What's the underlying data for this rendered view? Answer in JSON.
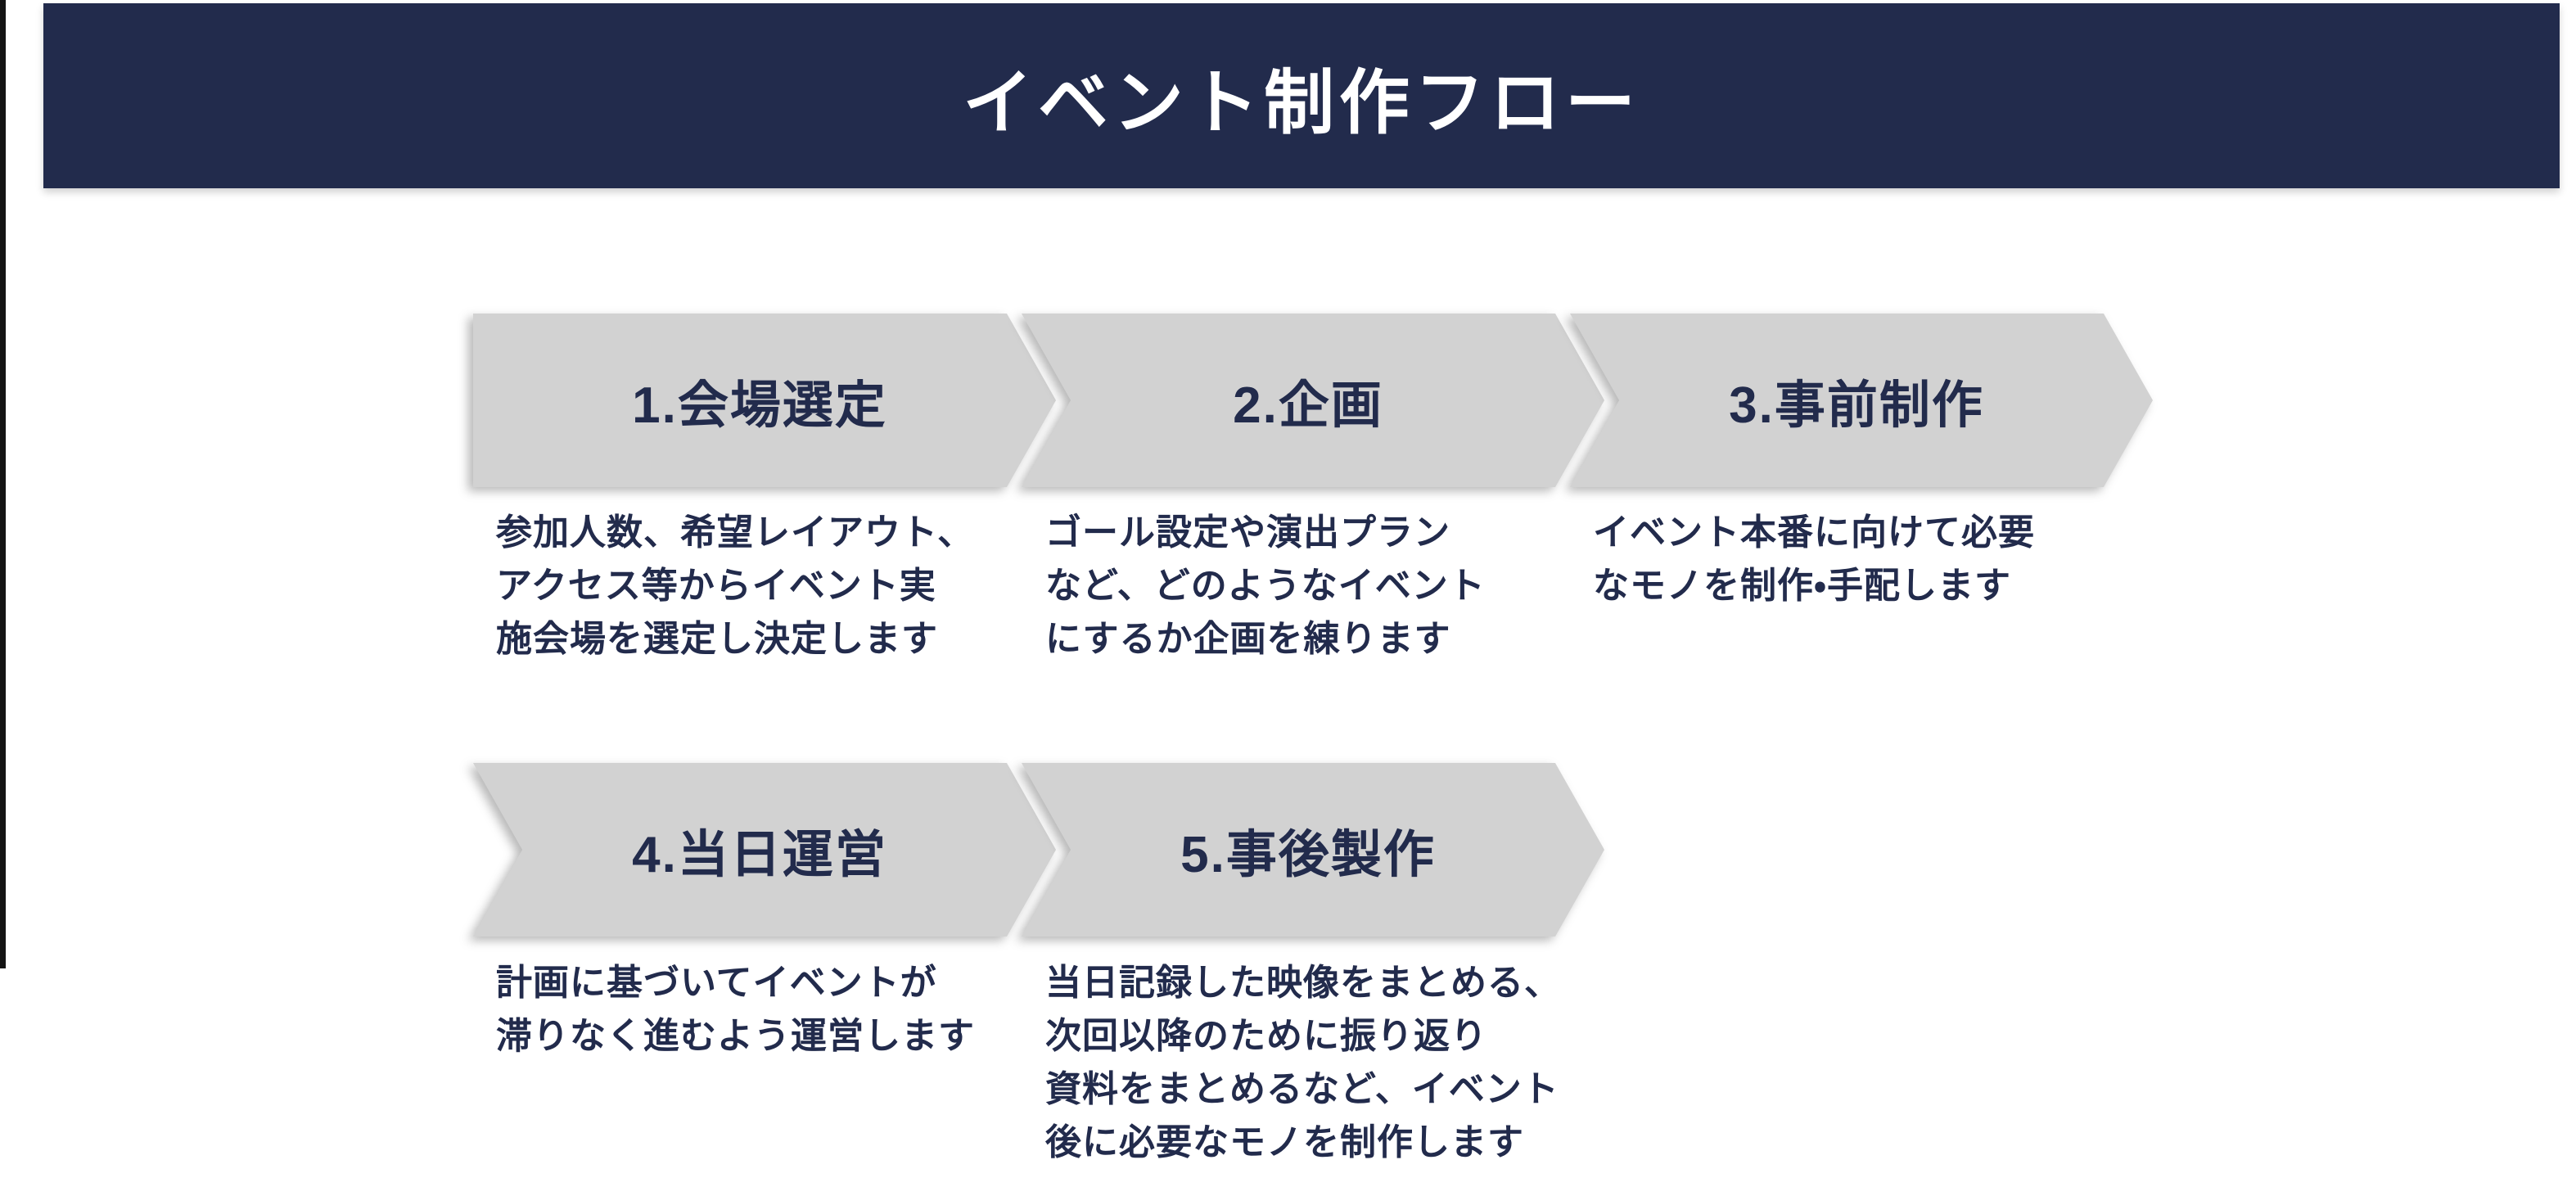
{
  "header": {
    "title": "イベント制作フロー"
  },
  "colors": {
    "banner_navy": "#222b4c",
    "text_navy": "#222b4c",
    "chevron_gray": "#d2d2d2",
    "background": "#ffffff"
  },
  "flow": {
    "rows": [
      {
        "steps": [
          {
            "title": "1.会場選定",
            "description": "参加人数、希望レイアウト、\nアクセス等からイベント実\n施会場を選定し決定します"
          },
          {
            "title": "2.企画",
            "description": "ゴール設定や演出プラン\nなど、どのようなイベント\nにするか企画を練ります"
          },
          {
            "title": "3.事前制作",
            "description": "イベント本番に向けて必要\nなモノを制作・手配します"
          }
        ]
      },
      {
        "steps": [
          {
            "title": "4.当日運営",
            "description": "計画に基づいてイベントが\n滞りなく進むよう運営します"
          },
          {
            "title": "5.事後製作",
            "description": "当日記録した映像をまとめる、\n次回以降のために振り返り\n資料をまとめるなど、イベント\n後に必要なモノを制作します"
          }
        ]
      }
    ]
  }
}
